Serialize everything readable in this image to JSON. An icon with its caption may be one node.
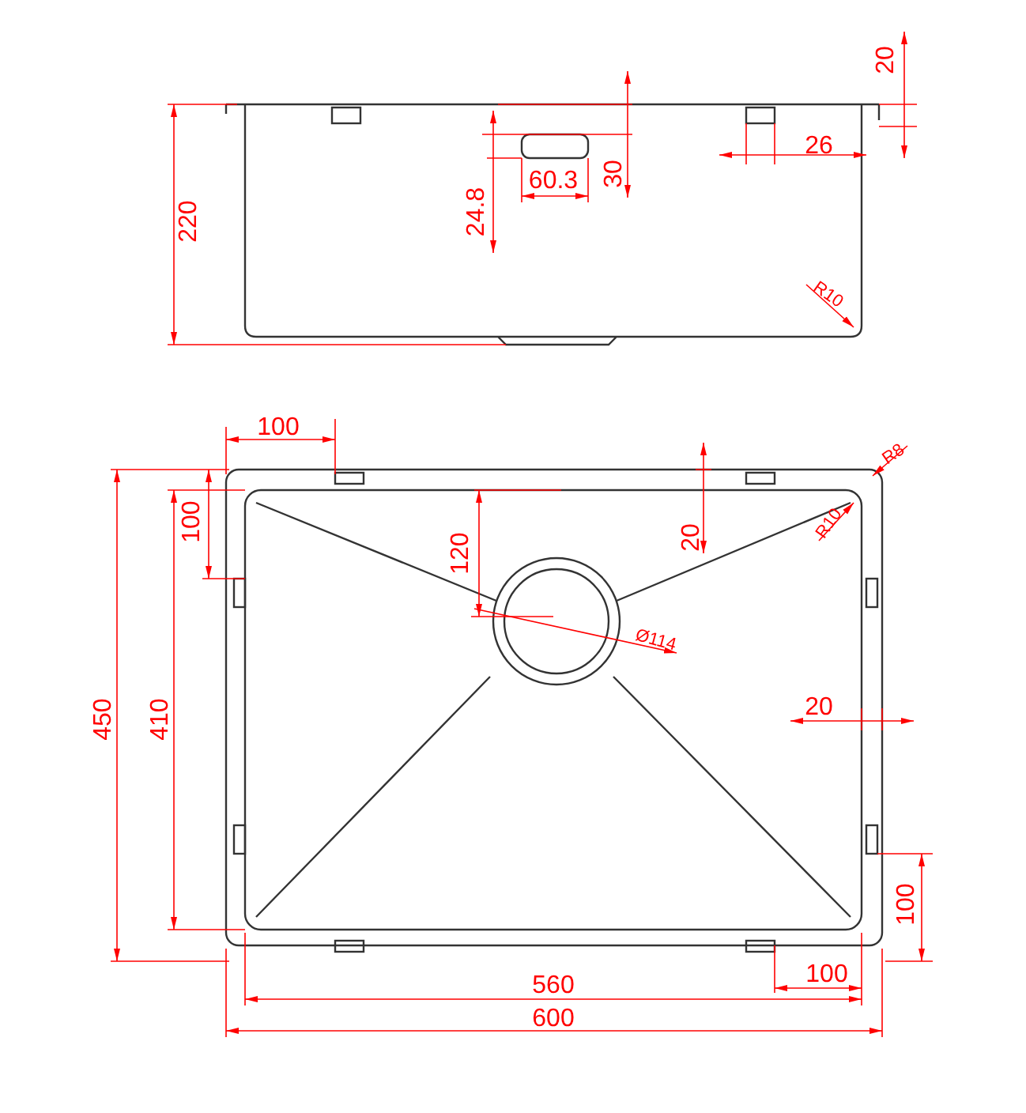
{
  "diagram": {
    "labels": [
      "20",
      "26",
      "60.3",
      "30",
      "24.8",
      "220",
      "R10",
      "100",
      "R8",
      "100",
      "20",
      "120",
      "R10",
      "450",
      "410",
      "Ø114",
      "20",
      "100",
      "560",
      "100",
      "600"
    ]
  }
}
